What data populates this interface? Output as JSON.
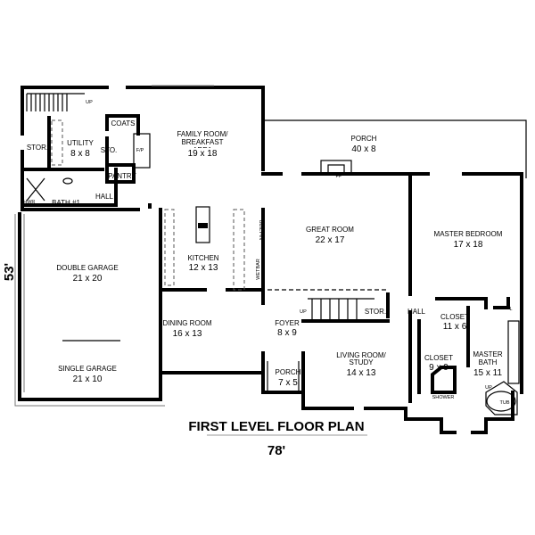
{
  "title": "FIRST LEVEL FLOOR PLAN",
  "width_dimension": "78'",
  "depth_dimension": "53'",
  "rooms": [
    {
      "name": "STOR.",
      "size": ""
    },
    {
      "name": "UTILITY",
      "size": "8 x 8"
    },
    {
      "name": "STO.",
      "size": ""
    },
    {
      "name": "F/P",
      "size": ""
    },
    {
      "name": "COATS",
      "size": ""
    },
    {
      "name": "PANTRY",
      "size": ""
    },
    {
      "name": "HALL",
      "size": ""
    },
    {
      "name": "BATH #1",
      "size": ""
    },
    {
      "name": "FAMILY ROOM/ BREAKFAST AREA",
      "size": "19 x 18"
    },
    {
      "name": "PORCH",
      "size": "40 x 8"
    },
    {
      "name": "FP",
      "size": ""
    },
    {
      "name": "GREAT ROOM",
      "size": "22 x 17"
    },
    {
      "name": "MASTER BEDROOM",
      "size": "17 x 18"
    },
    {
      "name": "DOUBLE GARAGE",
      "size": "21 x 20"
    },
    {
      "name": "KITCHEN",
      "size": "12 x 13"
    },
    {
      "name": "DINING ROOM",
      "size": "16 x 13"
    },
    {
      "name": "FOYER",
      "size": "8 x 9"
    },
    {
      "name": "STOR.",
      "size": ""
    },
    {
      "name": "HALL",
      "size": ""
    },
    {
      "name": "CLOSET",
      "size": "11 x 6"
    },
    {
      "name": "CLOSET",
      "size": "9 x 9"
    },
    {
      "name": "MASTER BATH",
      "size": "15 x 11"
    },
    {
      "name": "PORCH",
      "size": "7 x 5"
    },
    {
      "name": "LIVING ROOM/ STUDY",
      "size": "14 x 13"
    },
    {
      "name": "SINGLE GARAGE",
      "size": "21 x 10"
    }
  ],
  "fixtures": {
    "up1": "UP",
    "up2": "UP",
    "up3": "UP",
    "tub": "TUB",
    "shower": "SHOWER",
    "linen": "L",
    "built_in": "BUILT-IN",
    "wetbar": "WETBAR",
    "shwr": "SHWR"
  }
}
